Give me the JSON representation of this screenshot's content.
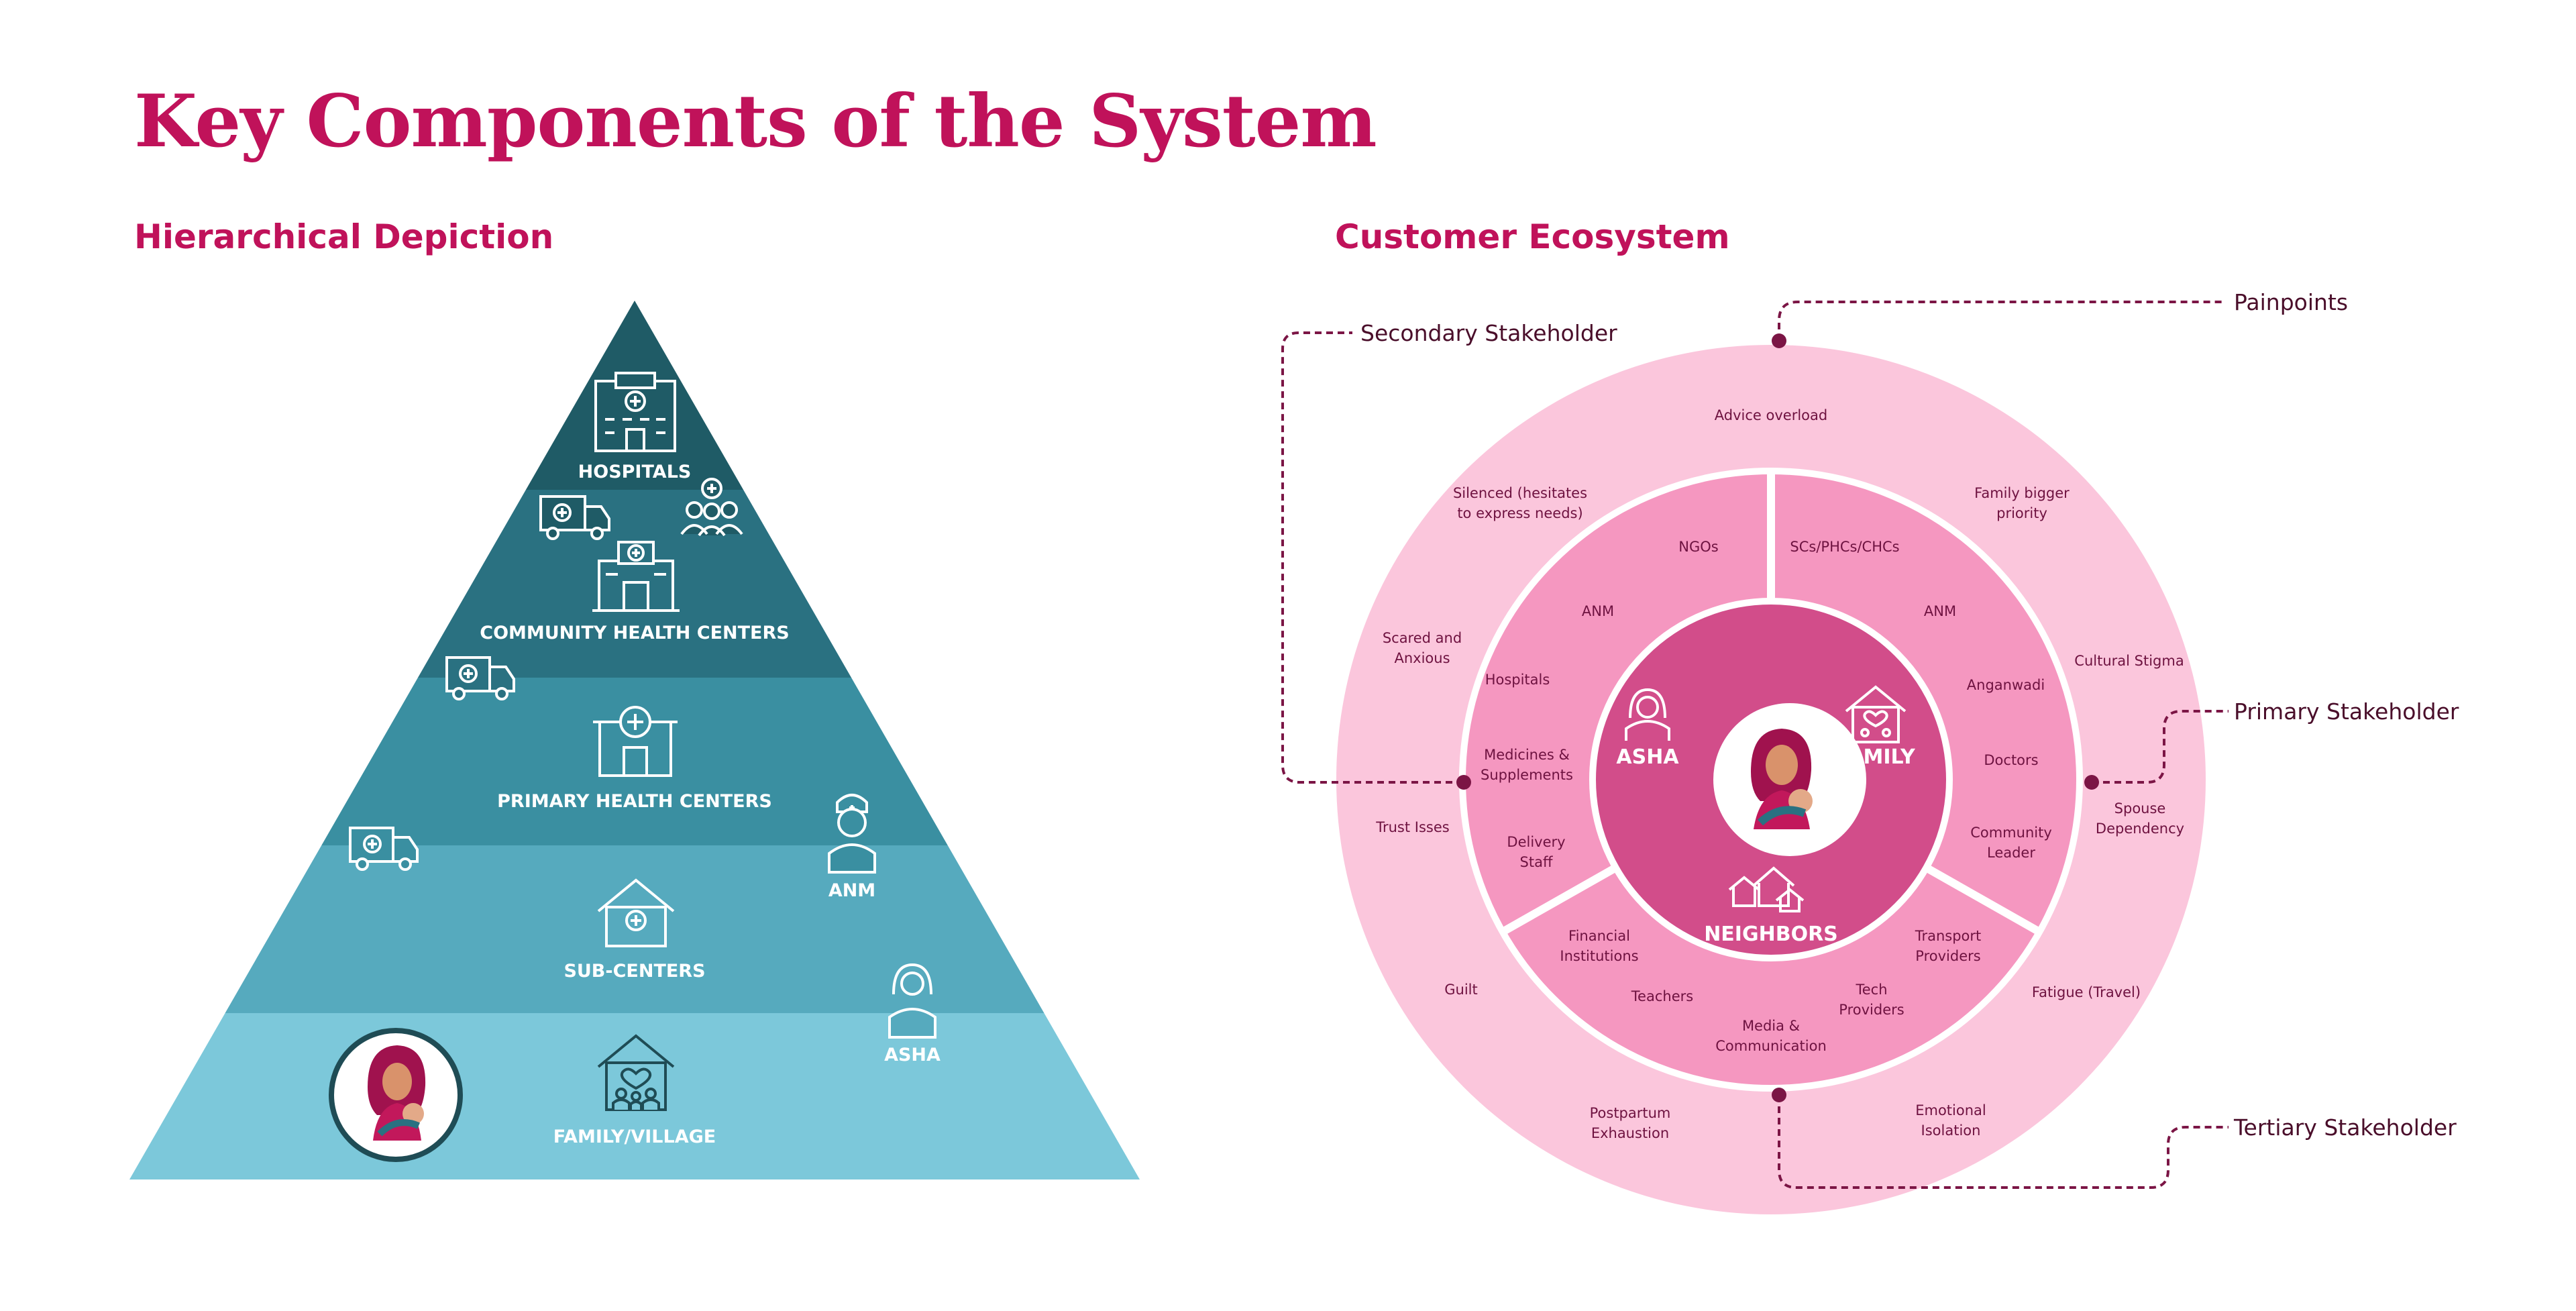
{
  "title": "Key Components of the System",
  "left_heading": "Hierarchical Depiction",
  "right_heading": "Customer Ecosystem",
  "colors": {
    "accent": "#c0125a",
    "tier1": "#1f5b66",
    "tier2": "#2a7181",
    "tier3": "#3a8fa1",
    "tier4": "#56aabe",
    "tier5": "#7cc8da",
    "ring_outer": "#fbc6dc",
    "ring_mid": "#f597c0",
    "ring_inner": "#d24d8a",
    "connector": "#7b1545"
  },
  "pyramid": {
    "hospitals": "HOSPITALS",
    "chc": "COMMUNITY HEALTH CENTERS",
    "phc": "PRIMARY HEALTH CENTERS",
    "sub": "SUB-CENTERS",
    "family": "FAMILY/VILLAGE",
    "anm": "ANM",
    "asha": "ASHA"
  },
  "ecosystem": {
    "core": {
      "asha": "ASHA",
      "family": "FAMILY",
      "neighbors": "NEIGHBORS"
    },
    "secondary_left": [
      "NGOs",
      "ANM",
      "Hospitals",
      "Medicines &",
      "Supplements",
      "Delivery",
      "Staff"
    ],
    "secondary_right": [
      "SCs/PHCs/CHCs",
      "ANM",
      "Anganwadi",
      "Doctors",
      "Community",
      "Leader"
    ],
    "tertiary": [
      "Financial",
      "Institutions",
      "Teachers",
      "Media &",
      "Communication",
      "Tech",
      "Providers",
      "Transport",
      "Providers"
    ],
    "painpoints": [
      "Advice overload",
      "Silenced (hesitates",
      "to express needs)",
      "Family bigger",
      "priority",
      "Scared and",
      "Anxious",
      "Cultural Stigma",
      "Trust Isses",
      "Spouse",
      "Dependency",
      "Guilt",
      "Fatigue (Travel)",
      "Postpartum",
      "Exhaustion",
      "Emotional",
      "Isolation"
    ],
    "callouts": {
      "secondary": "Secondary Stakeholder",
      "painpoints": "Painpoints",
      "primary": "Primary Stakeholder",
      "tertiary": "Tertiary Stakeholder"
    }
  }
}
